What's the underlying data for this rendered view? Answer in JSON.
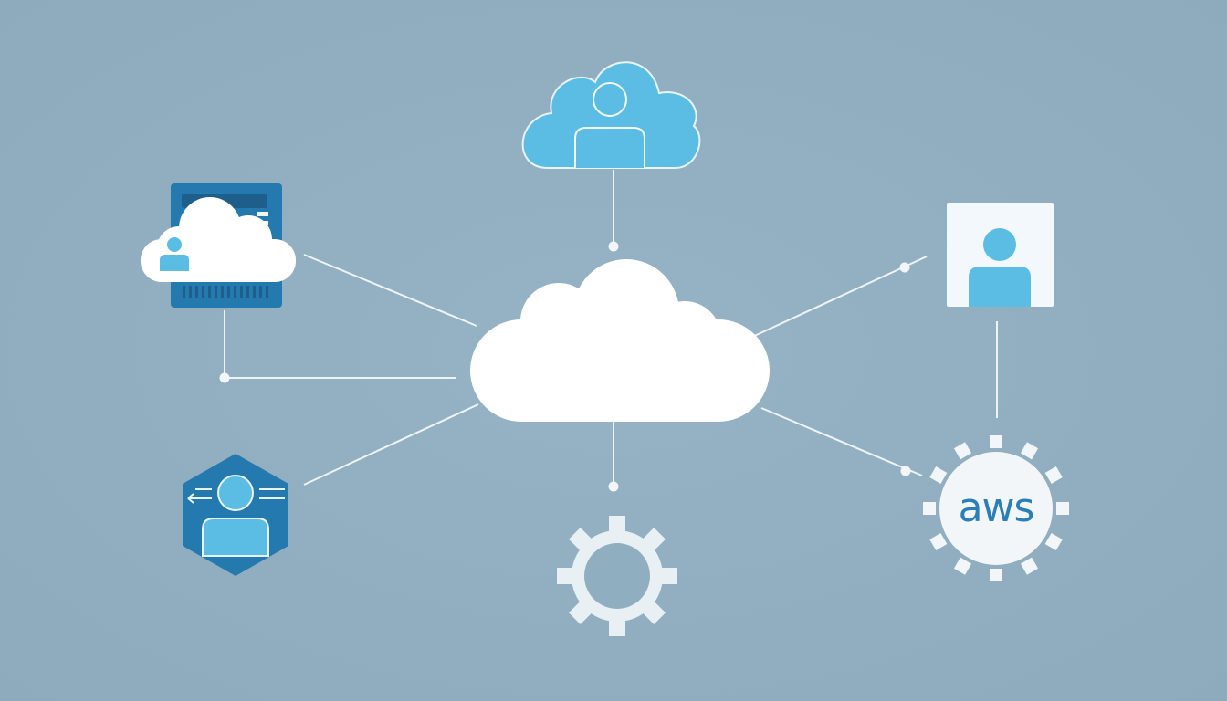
{
  "diagram": {
    "aws_badge": {
      "label": "aws"
    },
    "colors": {
      "background": "#8fafc1",
      "line": "#eef3f6",
      "cloud_white": "#ffffff",
      "accent_light_blue": "#5bbde3",
      "accent_dark_blue": "#2479ae",
      "gear": "#e9f0f3"
    },
    "nodes": [
      {
        "id": "center-cloud",
        "icon": "cloud-icon"
      },
      {
        "id": "top-user-cloud",
        "icon": "cloud-user-icon"
      },
      {
        "id": "server-cloud",
        "icon": "server-cloud-icon"
      },
      {
        "id": "user-card",
        "icon": "user-card-icon"
      },
      {
        "id": "hex-user",
        "icon": "hexagon-user-icon"
      },
      {
        "id": "gear",
        "icon": "gear-icon"
      },
      {
        "id": "aws-badge",
        "icon": "aws-sun-icon"
      }
    ]
  }
}
